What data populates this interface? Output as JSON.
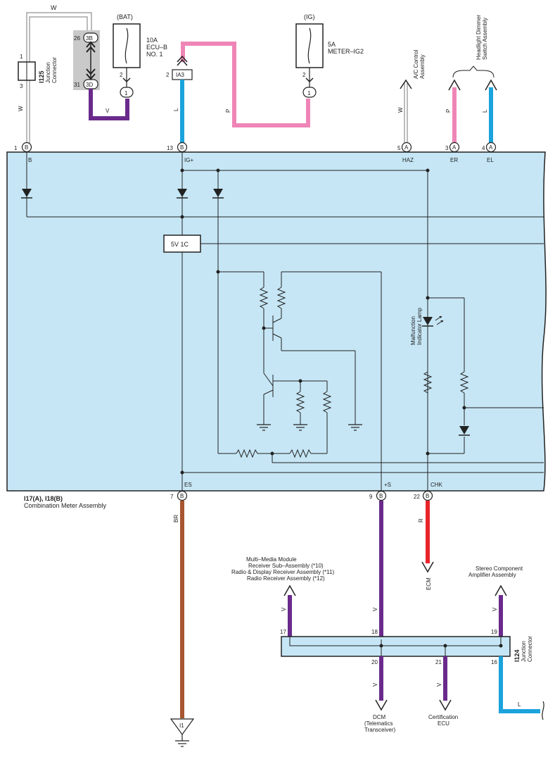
{
  "colors": {
    "meter_fill": "#c6e6f5",
    "wire_blue": "#1aa3dc",
    "wire_pink": "#ef85b6",
    "wire_violet": "#6a2a8c",
    "wire_brown": "#a8562f",
    "wire_red": "#e8252a",
    "connector_shade": "#c9c9c9"
  },
  "top": {
    "junction_i125": {
      "id": "I125",
      "desc1": "Junction",
      "desc2": "Connector",
      "pin_top": "1",
      "pin_bottom": "3"
    },
    "gray_connector": {
      "pin_top_num": "26",
      "pin_top": "3B",
      "pin_bottom_num": "31",
      "pin_bottom": "3D"
    },
    "fuse_ecub": {
      "supply": "(BAT)",
      "rating": "10A",
      "name1": "ECU–B",
      "name2": "NO. 1",
      "pin": "2",
      "conn": "1"
    },
    "fuse_meter": {
      "supply": "(IG)",
      "rating": "5A",
      "name1": "METER–IG2",
      "pin": "2",
      "conn": "1"
    },
    "ia3": {
      "pin": "2",
      "conn": "IA3"
    },
    "wire_labels": {
      "w_top": "W",
      "w_left": "W",
      "v": "V",
      "l": "L",
      "p": "P",
      "w_ac": "W",
      "p_er": "P",
      "l_el": "L"
    },
    "ac_control": {
      "line1": "A/C Control",
      "line2": "Assembly"
    },
    "headlight": {
      "line1": "Headlight Dimmer",
      "line2": "Switch Assembly"
    }
  },
  "meter": {
    "id": "I17(A), I18(B)",
    "name": "Combination Meter Assembly",
    "regulator": "5V 1C",
    "lamp1": "Malfunction",
    "lamp2": "Indicator Lamp",
    "top_pins": [
      {
        "num": "1",
        "conn": "B",
        "label": "B"
      },
      {
        "num": "13",
        "conn": "B",
        "label": "IG+"
      },
      {
        "num": "5",
        "conn": "A",
        "label": "HAZ"
      },
      {
        "num": "3",
        "conn": "A",
        "label": "ER"
      },
      {
        "num": "4",
        "conn": "A",
        "label": "EL"
      }
    ],
    "bottom_pins": [
      {
        "num": "7",
        "conn": "B",
        "label": "ES"
      },
      {
        "num": "9",
        "conn": "B",
        "label": "+S"
      },
      {
        "num": "22",
        "conn": "B",
        "label": "CHK"
      }
    ]
  },
  "bottom": {
    "br": "BR",
    "r": "R",
    "ecm": "ECM",
    "ground": "I1",
    "multimedia": [
      "Multi–Media Module",
      "Receiver Sub–Assembly (*10)",
      "Radio & Display Receiver Assembly (*11)",
      "Radio Receiver Assembly (*12)"
    ],
    "stereo": [
      "Stereo Component",
      "Amplifier Assembly"
    ],
    "junction_i124": {
      "id": "I124",
      "desc1": "Junction",
      "desc2": "Connector"
    },
    "pins": {
      "p17": "17",
      "p18": "18",
      "p19": "19",
      "p20": "20",
      "p21": "21",
      "p16": "16"
    },
    "v": "V",
    "l": "L",
    "dcm": [
      "DCM",
      "(Telematics",
      "Transceiver)"
    ],
    "cert": [
      "Certification",
      "ECU"
    ]
  }
}
